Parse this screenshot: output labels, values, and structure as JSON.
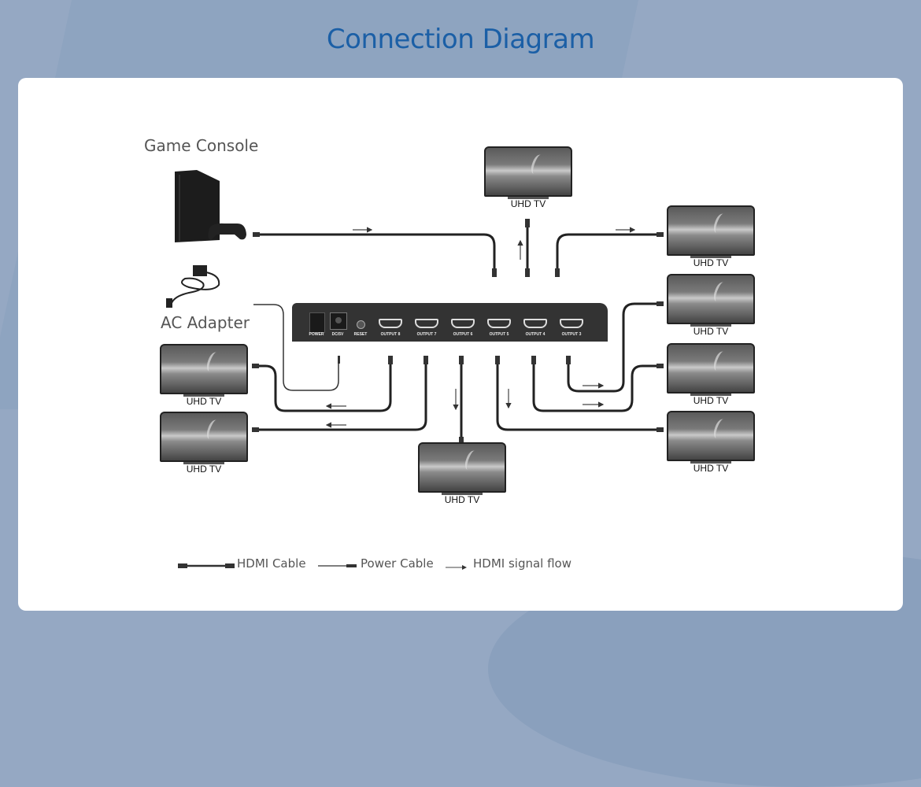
{
  "title": "Connection Diagram",
  "devices": {
    "game_console": "Game Console",
    "ac_adapter": "AC Adapter",
    "tv_label": "UHD TV"
  },
  "splitter": {
    "controls": [
      "POWER",
      "DC/5V",
      "RESET"
    ],
    "ports": [
      "OUTPUT 8",
      "OUTPUT 7",
      "OUTPUT 6",
      "OUTPUT 5",
      "OUTPUT 4",
      "OUTPUT 3"
    ]
  },
  "tvs": [
    {
      "id": "top",
      "label": "UHD TV"
    },
    {
      "id": "right-1",
      "label": "UHD TV"
    },
    {
      "id": "right-2",
      "label": "UHD TV"
    },
    {
      "id": "right-3",
      "label": "UHD TV"
    },
    {
      "id": "right-4",
      "label": "UHD TV"
    },
    {
      "id": "left-1",
      "label": "UHD TV"
    },
    {
      "id": "left-2",
      "label": "UHD TV"
    },
    {
      "id": "bottom",
      "label": "UHD TV"
    }
  ],
  "legend": {
    "hdmi_cable": "HDMI Cable",
    "power_cable": "Power Cable",
    "signal_flow": "HDMI signal flow"
  }
}
